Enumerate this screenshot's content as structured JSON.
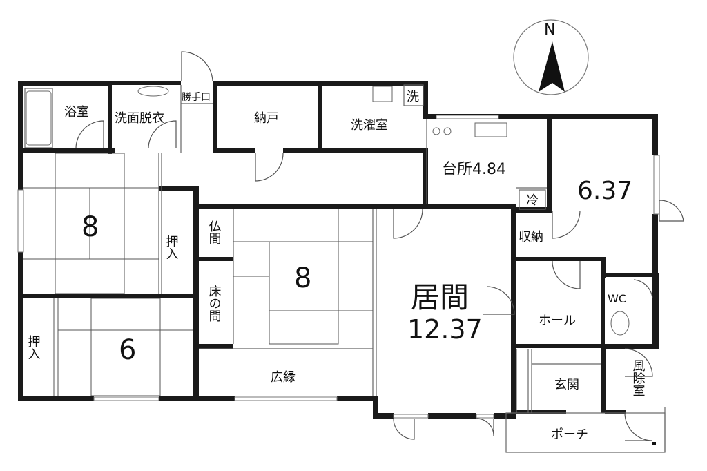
{
  "compass": {
    "north_label": "N"
  },
  "rooms": {
    "bath": "浴室",
    "washroom": "洗面脱衣",
    "back_door": "勝手口",
    "storage_nando": "納戸",
    "laundry": "洗濯室",
    "washer_mark": "洗",
    "kitchen": "台所4.84",
    "fridge_mark": "冷",
    "room_ne_size": "6.37",
    "closet_kitchen": "収納",
    "room_w_size": "8",
    "oshiire_mid": "押入",
    "butsuma": "仏間",
    "tokonoma": "床の間",
    "room_center_size": "8",
    "living_name": "居間",
    "living_size": "12.37",
    "hall": "ホール",
    "wc": "WC",
    "oshiire_left": "押入",
    "room_sw_size": "6",
    "engawa": "広縁",
    "genkan": "玄関",
    "windbreak": "風除室",
    "porch": "ポーチ"
  }
}
